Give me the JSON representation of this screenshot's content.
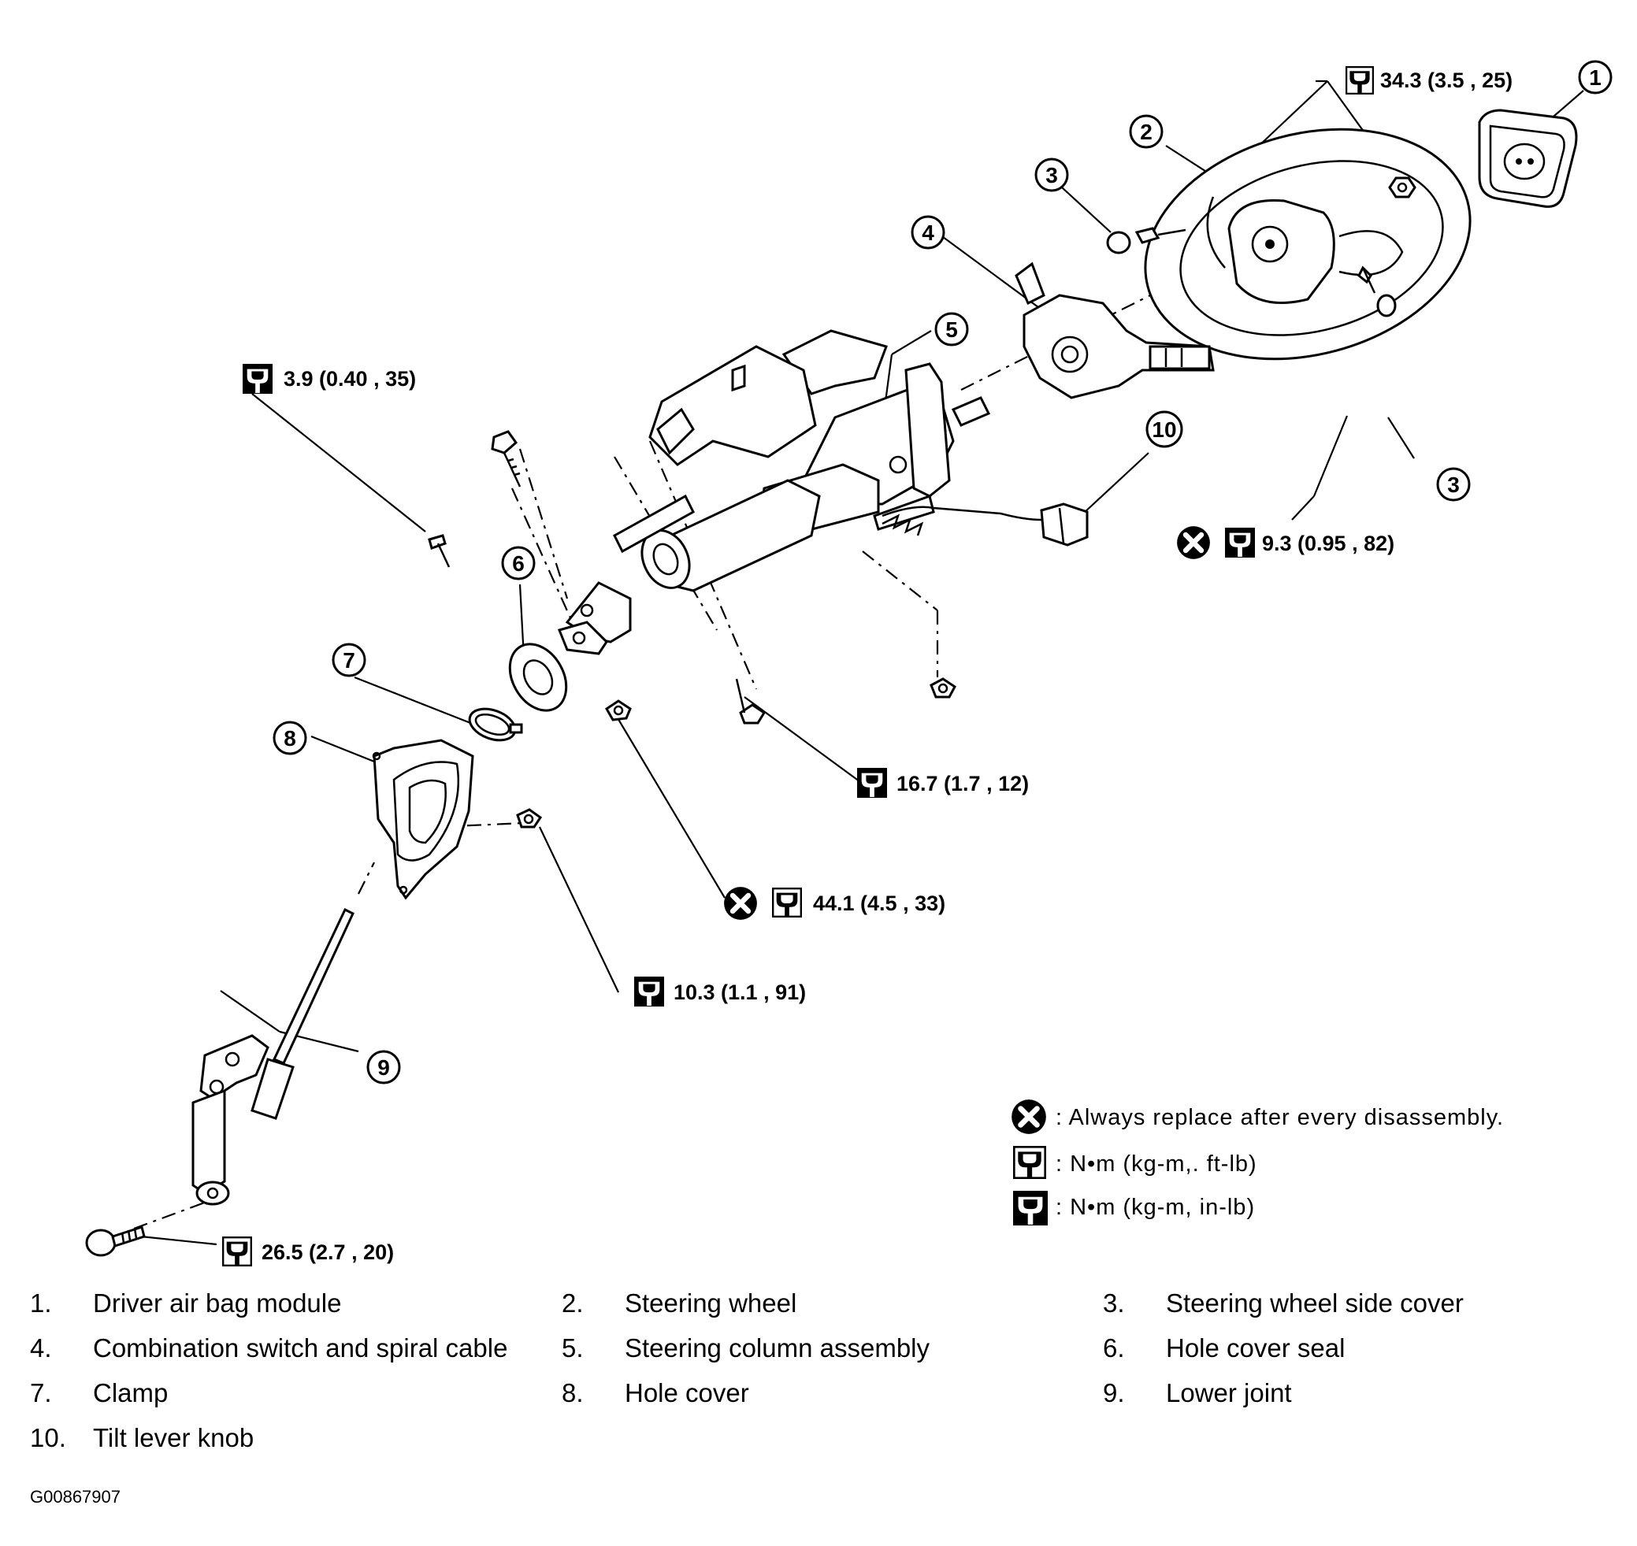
{
  "callouts": [
    "1",
    "2",
    "3",
    "3",
    "4",
    "5",
    "6",
    "7",
    "8",
    "9",
    "10"
  ],
  "torques": {
    "t_34_3": "34.3 (3.5 , 25)",
    "t_3_9": "3.9 (0.40 , 35)",
    "t_9_3": "9.3 (0.95 , 82)",
    "t_16_7": "16.7 (1.7 , 12)",
    "t_44_1": "44.1 (4.5 , 33)",
    "t_10_3": "10.3 (1.1 , 91)",
    "t_26_5": "26.5 (2.7 , 20)"
  },
  "legend": {
    "replace": ": Always replace after every disassembly.",
    "ftlb": ":  N•m  (kg-m,. ft-lb)",
    "inlb": ":  N•m  (kg-m,  in-lb)"
  },
  "parts_list": [
    {
      "num": "1.",
      "name": "Driver air bag module"
    },
    {
      "num": "2.",
      "name": "Steering wheel"
    },
    {
      "num": "3.",
      "name": "Steering wheel side cover"
    },
    {
      "num": "4.",
      "name": "Combination switch and spiral cable"
    },
    {
      "num": "5.",
      "name": "Steering column assembly"
    },
    {
      "num": "6.",
      "name": "Hole cover seal"
    },
    {
      "num": "7.",
      "name": "Clamp"
    },
    {
      "num": "8.",
      "name": "Hole cover"
    },
    {
      "num": "9.",
      "name": "Lower joint"
    },
    {
      "num": "10.",
      "name": "Tilt lever knob"
    }
  ],
  "figure_code": "G00867907",
  "icons": [
    "torque-wrench-white-icon",
    "torque-wrench-black-icon",
    "replace-x-icon"
  ]
}
